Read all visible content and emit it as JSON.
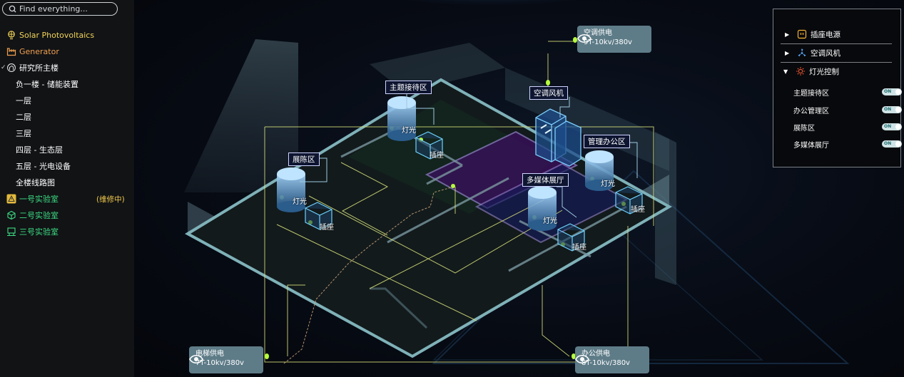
{
  "search": {
    "placeholder": "Find everything..."
  },
  "tree": {
    "items": [
      {
        "label": "Solar Photovoltaics",
        "color": "#f2d45a",
        "icon": "sun-panel-icon"
      },
      {
        "label": "Generator",
        "color": "#f0a050",
        "icon": "factory-icon"
      },
      {
        "label": "研究所主楼",
        "color": "#ffffff",
        "icon": "building-icon",
        "expanded": true
      },
      {
        "label": "负一楼 - 储能装置",
        "color": "#ffffff"
      },
      {
        "label": "一层",
        "color": "#ffffff"
      },
      {
        "label": "二层",
        "color": "#ffffff"
      },
      {
        "label": "三层",
        "color": "#ffffff"
      },
      {
        "label": "四层 - 生态层",
        "color": "#ffffff"
      },
      {
        "label": "五层 - 光电设备",
        "color": "#ffffff"
      },
      {
        "label": "全楼线路图",
        "color": "#ffffff"
      },
      {
        "label": "一号实验室",
        "color": "#3ddc84",
        "icon": "warning-icon",
        "badge": "(维修中)",
        "badge_color": "#f2c94c"
      },
      {
        "label": "二号实验室",
        "color": "#3ddc84",
        "icon": "cube-icon"
      },
      {
        "label": "三号实验室",
        "color": "#3ddc84",
        "icon": "lab-bench-icon"
      }
    ]
  },
  "scene": {
    "zones": [
      "主题接待区",
      "展陈区",
      "空调风机",
      "管理办公区",
      "多媒体展厅"
    ],
    "light_label": "灯光",
    "socket_label": "插座",
    "power_sources": [
      {
        "name": "空调供电",
        "spec": "9T-10kv/380v"
      },
      {
        "name": "电梯供电",
        "spec": "7T-10kv/380v"
      },
      {
        "name": "办公供电",
        "spec": "8T-10kv/380v"
      }
    ]
  },
  "panel": {
    "sections": [
      {
        "label": "插座电源",
        "icon": "socket-icon",
        "expanded": false
      },
      {
        "label": "空调风机",
        "icon": "fan-icon",
        "expanded": false
      },
      {
        "label": "灯光控制",
        "icon": "light-icon",
        "expanded": true
      }
    ],
    "lights": [
      {
        "label": "主题接待区",
        "state": "ON"
      },
      {
        "label": "办公管理区",
        "state": "ON"
      },
      {
        "label": "展陈区",
        "state": "ON"
      },
      {
        "label": "多媒体展厅",
        "state": "ON"
      }
    ]
  },
  "colors": {
    "accent": "#9edbe6",
    "wire": "#d9e27a",
    "led": "#b6ff3a"
  }
}
